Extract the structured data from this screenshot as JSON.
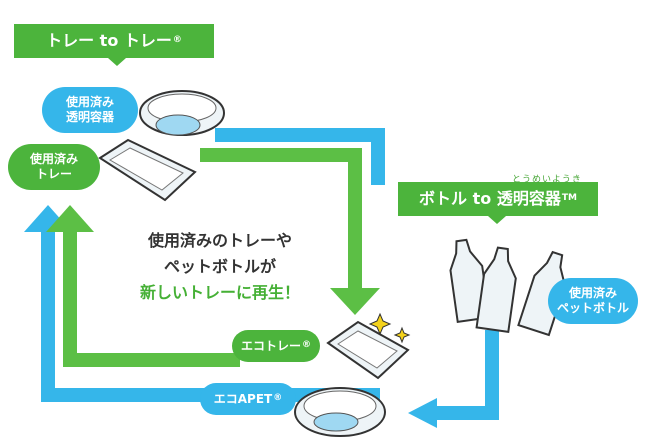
{
  "labels": {
    "tray_to_tray": "トレー to トレー",
    "tray_to_tray_mark": "®",
    "bottle_to_container": "ボトル to 透明容器",
    "bottle_to_container_mark": "TM",
    "ruby": "とうめいようき",
    "used_clear_container_1": "使用済み",
    "used_clear_container_2": "透明容器",
    "used_tray_1": "使用済み",
    "used_tray_2": "トレー",
    "used_bottle_1": "使用済み",
    "used_bottle_2": "ペットボトル",
    "eco_tray": "エコトレー",
    "eco_tray_mark": "®",
    "eco_apet": "エコAPET",
    "eco_apet_mark": "®",
    "center_1": "使用済みのトレーや",
    "center_2": "ペットボトルが",
    "center_3": "新しいトレーに再生！"
  },
  "colors": {
    "green": "#5cbf45",
    "blue": "#35b6ea",
    "green_badge": "#4cb43c"
  }
}
